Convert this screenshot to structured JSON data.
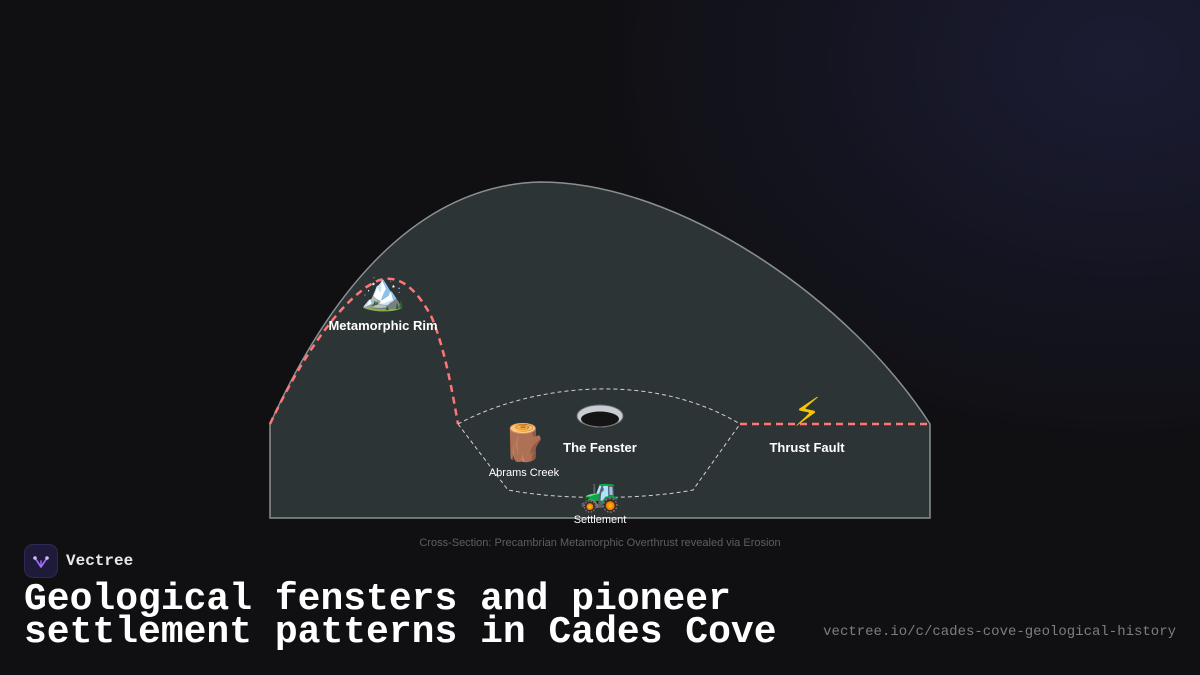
{
  "diagram": {
    "labels": {
      "metamorphic_rim": "Metamorphic Rim",
      "the_fenster": "The Fenster",
      "thrust_fault": "Thrust Fault",
      "abrams_creek": "Abrams Creek",
      "settlement": "Settlement"
    },
    "icons": {
      "metamorphic_rim": "🏔️",
      "abrams_creek": "🪵",
      "settlement": "🚜",
      "thrust_fault": "⚡",
      "the_fenster": "hole-icon"
    },
    "caption": "Cross-Section: Precambrian Metamorphic Overthrust revealed via Erosion",
    "colors": {
      "mountain_fill": "#2d3436",
      "thrust_line": "#ff7675",
      "outline": "#8a8f94"
    }
  },
  "brand": {
    "name": "Vectree"
  },
  "title": "Geological fensters and pioneer settlement patterns in Cades Cove",
  "url": "vectree.io/c/cades-cove-geological-history"
}
